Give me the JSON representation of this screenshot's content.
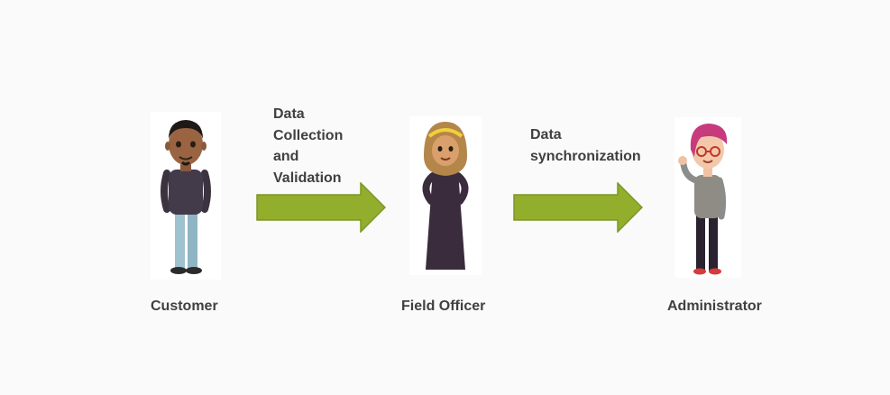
{
  "roles": {
    "customer": "Customer",
    "field_officer": "Field Officer",
    "administrator": "Administrator"
  },
  "flows": [
    {
      "lines": [
        "Data",
        "Collection",
        "and",
        "Validation"
      ]
    },
    {
      "lines": [
        "Data",
        "synchronization"
      ]
    }
  ],
  "colors": {
    "arrow_fill": "#93ad2d",
    "arrow_stroke": "#7c9624",
    "label_text": "#404040"
  }
}
